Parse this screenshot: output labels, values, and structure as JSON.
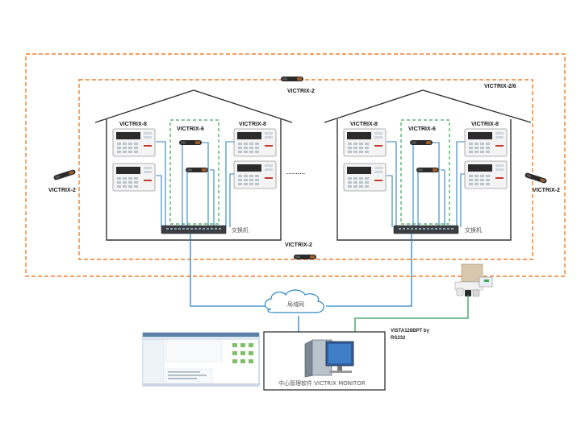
{
  "labels": {
    "victrix2_top": "VICTRIX-2",
    "victrix26": "VICTRIX-2/6",
    "victrix2_left": "VICTRIX-2",
    "victrix2_right": "VICTRIX-2",
    "victrix2_bottom": "VICTRIX-2",
    "house1_left_panel": "VICTRIX-8",
    "house1_mid_group": "VICTRIX-6",
    "house1_right_panel": "VICTRIX-8",
    "house2_left_panel": "VICTRIX-8",
    "house2_mid_group": "VICTRIX-6",
    "house2_right_panel": "VICTRIX-8",
    "switch1": "交换机",
    "switch2": "交换机",
    "cloud": "局域网",
    "vista_line1": "VISTA128BPT by",
    "vista_line2": "RS232",
    "monitor_caption": "中心管理软件 VICTRIX MONITOR",
    "ellipsis": "··········"
  },
  "colors": {
    "orange_dash": "#f07f2a",
    "green_dash": "#3aa655",
    "network_line": "#2e86c1",
    "rs232_line": "#2e9e5a",
    "house_outline": "#333333"
  }
}
